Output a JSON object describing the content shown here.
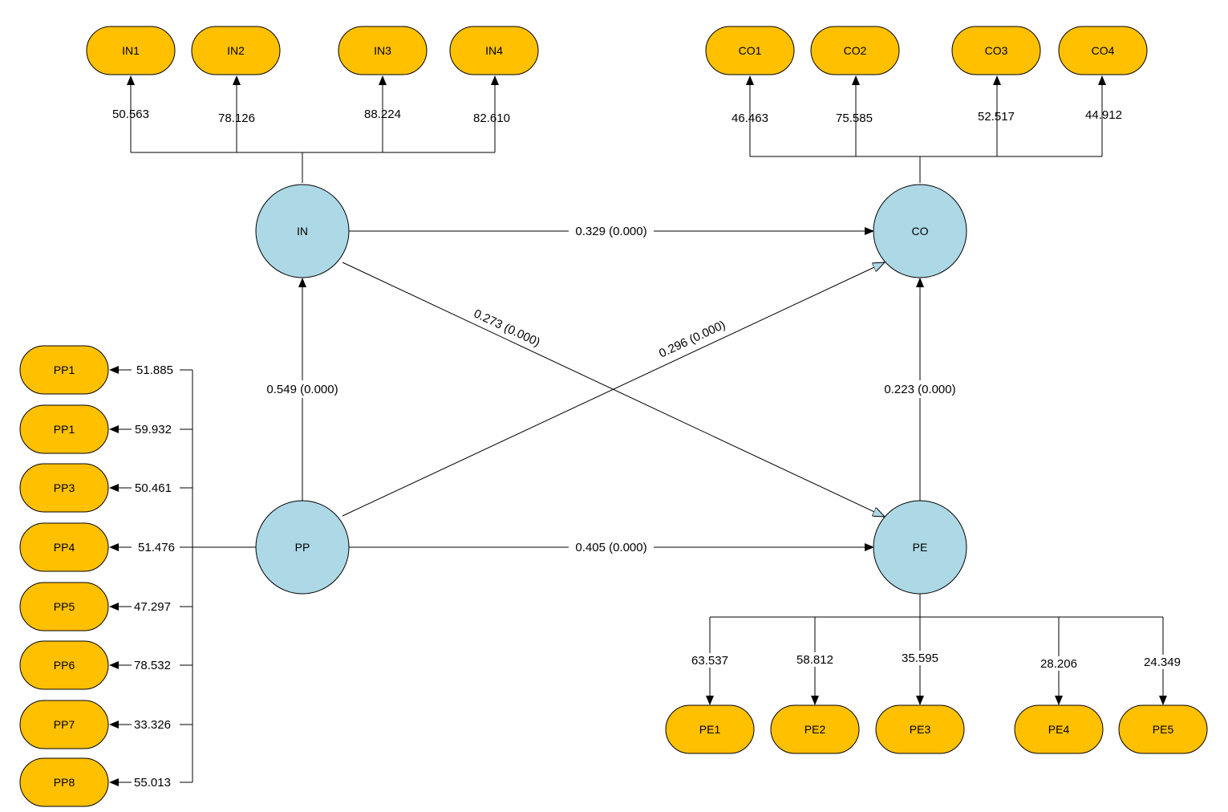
{
  "colors": {
    "construct_fill": "#add8e6",
    "indicator_fill": "#ffc000",
    "stroke": "#000000"
  },
  "constructs": {
    "IN": "IN",
    "CO": "CO",
    "PP": "PP",
    "PE": "PE"
  },
  "indicators": {
    "IN": [
      "IN1",
      "IN2",
      "IN3",
      "IN4"
    ],
    "CO": [
      "CO1",
      "CO2",
      "CO3",
      "CO4"
    ],
    "PP": [
      "PP1",
      "PP1",
      "PP3",
      "PP4",
      "PP5",
      "PP6",
      "PP7",
      "PP8"
    ],
    "PE": [
      "PE1",
      "PE2",
      "PE3",
      "PE4",
      "PE5"
    ]
  },
  "loadings": {
    "IN": [
      "50.563",
      "78.126",
      "88.224",
      "82.610"
    ],
    "CO": [
      "46.463",
      "75.585",
      "52.517",
      "44.912"
    ],
    "PP": [
      "51.885",
      "59.932",
      "50.461",
      "51.476",
      "47.297",
      "78.532",
      "33.326",
      "55.013"
    ],
    "PE": [
      "63.537",
      "58.812",
      "35.595",
      "28.206",
      "24.349"
    ]
  },
  "paths": {
    "IN_CO": "0.329 (0.000)",
    "IN_PE": "0.273 (0.000)",
    "PP_CO": "0.296 (0.000)",
    "PP_IN": "0.549 (0.000)",
    "PE_CO": "0.223 (0.000)",
    "PP_PE": "0.405 (0.000)"
  }
}
